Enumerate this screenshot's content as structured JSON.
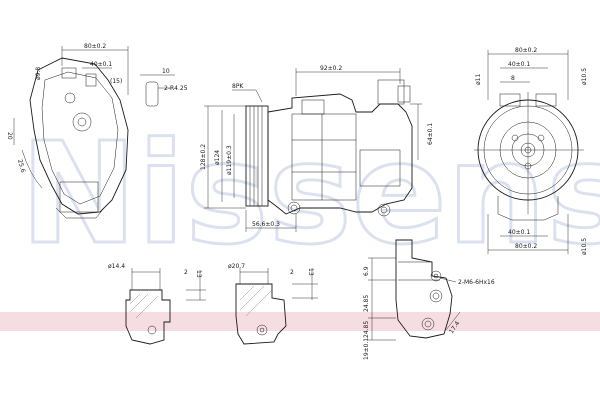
{
  "watermark": "Nissens",
  "colors": {
    "line": "#1a1a1a",
    "band": "#f6dde2",
    "watermark": "#cfd8ea"
  },
  "left_view": {
    "dim_top": "80±0.2",
    "dim_40": "40±0.1",
    "dim_15": "(15)",
    "dim_10": "10",
    "dim_phi9": "ø9.8",
    "dim_20": "20",
    "dim_angle": "25.6",
    "radius": "2-R4.25"
  },
  "side_view": {
    "belt": "8PK",
    "dim_92": "92±0.2",
    "dim_128": "128±0.2",
    "dim_124": "ø124",
    "dim_119": "ø119±0.3",
    "dim_64": "64±0.1",
    "dim_566": "56.6±0.3"
  },
  "front_view": {
    "dim_80_top": "80±0.2",
    "dim_40_top": "40±0.1",
    "dim_8": "8",
    "dim_phi11": "ø11",
    "dim_phi10_top": "ø10.5",
    "dim_40_bot": "40±0.1",
    "dim_80_bot": "80±0.2",
    "dim_phi10_bot": "ø10.5"
  },
  "port1": {
    "dia": "ø14.4",
    "dim_2": "2",
    "dim_13": "13"
  },
  "port2": {
    "dia": "ø20.7",
    "dim_2": "2",
    "dim_13": "13"
  },
  "bracket": {
    "thread": "2-M6-6Hx16",
    "dim_69": "6.9",
    "dim_2485": "24.85",
    "dim_2485b": "24.85",
    "dim_19": "19±0.1",
    "dim_174": "17.4"
  }
}
